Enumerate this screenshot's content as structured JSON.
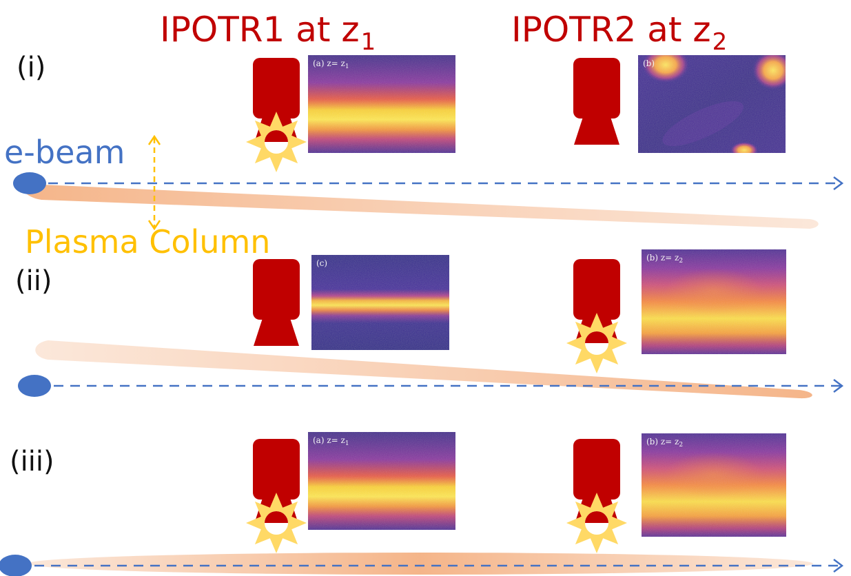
{
  "headings": {
    "ipotr1": {
      "text": "IPOTR1 at z",
      "sub": "1"
    },
    "ipotr2": {
      "text": "IPOTR2 at z",
      "sub": "2"
    }
  },
  "labels": {
    "ebeam": "e-beam",
    "plasma": "Plasma Column"
  },
  "rows": [
    {
      "label": "(i)",
      "panels": [
        {
          "tag": "(a) z= z",
          "tag_sub": "1",
          "kind": "broad-band",
          "detector_active": true
        },
        {
          "tag": "(b)",
          "tag_sub": "",
          "kind": "noise-blobs",
          "detector_active": false
        }
      ]
    },
    {
      "label": "(ii)",
      "panels": [
        {
          "tag": "(c)",
          "tag_sub": "",
          "kind": "narrow-band",
          "detector_active": false
        },
        {
          "tag": "(b) z= z",
          "tag_sub": "2",
          "kind": "arched-band",
          "detector_active": true
        }
      ]
    },
    {
      "label": "(iii)",
      "panels": [
        {
          "tag": "(a) z= z",
          "tag_sub": "1",
          "kind": "broad-band",
          "detector_active": true
        },
        {
          "tag": "(b) z= z",
          "tag_sub": "2",
          "kind": "arched-band",
          "detector_active": true
        }
      ]
    }
  ],
  "colors": {
    "detector": "#c00000",
    "beam": "#4472c4",
    "plasma": "#f4b183",
    "burst": "#ffd966",
    "heading": "#c00000",
    "plasma_label": "#ffc000"
  }
}
